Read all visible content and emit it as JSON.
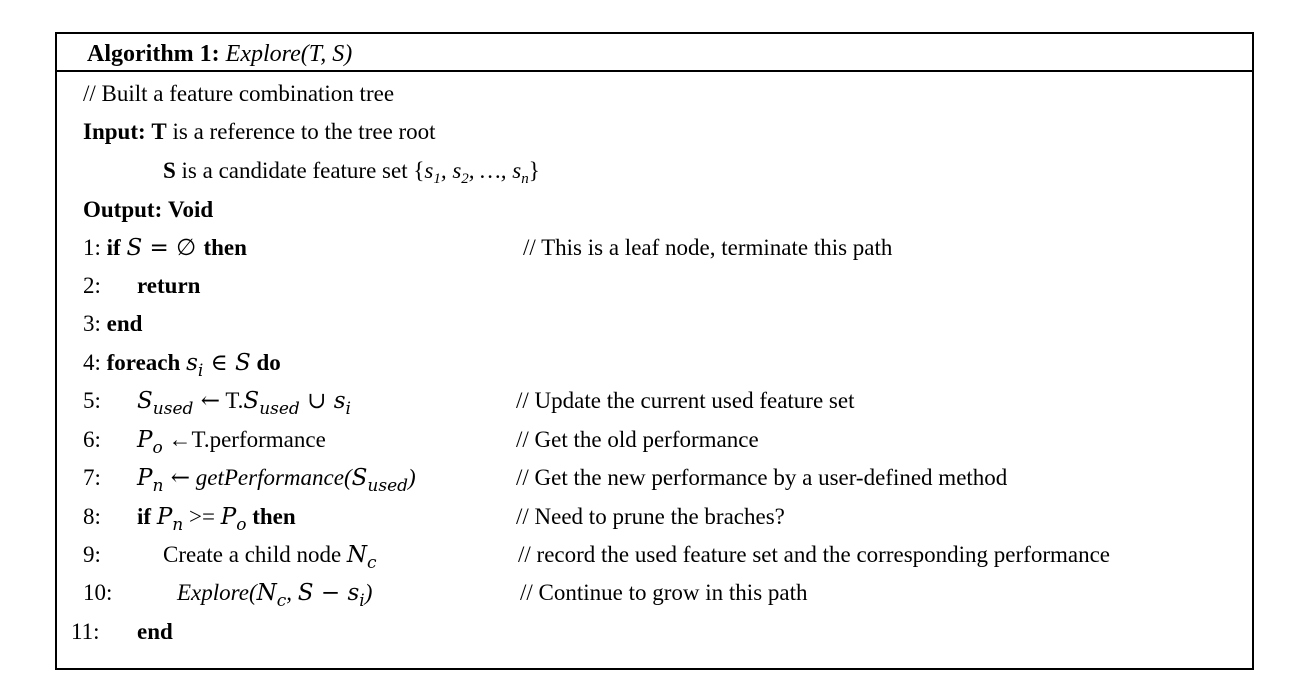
{
  "algorithm": {
    "label": "Algorithm 1:",
    "name": "Explore(T, S)"
  },
  "header_comment": "// Built a feature combination tree",
  "input": {
    "label": "Input:",
    "t_var": "T",
    "t_desc": "is a reference to the tree root",
    "s_var": "S",
    "s_desc": "is a candidate feature set {",
    "s_elems": [
      "s",
      "1",
      ", s",
      "2",
      ", …, s",
      "n",
      "}"
    ]
  },
  "output": {
    "label": "Output:",
    "value": "Void"
  },
  "steps": [
    {
      "num": "1:",
      "comment": "// This is a leaf node, terminate this path"
    },
    {
      "num": "2:",
      "comment": ""
    },
    {
      "num": "3:",
      "comment": ""
    },
    {
      "num": "4:",
      "comment": ""
    },
    {
      "num": "5:",
      "comment": "// Update the current used feature set"
    },
    {
      "num": "6:",
      "comment": "// Get the old performance"
    },
    {
      "num": "7:",
      "comment": "// Get the new performance by a user-defined method"
    },
    {
      "num": "8:",
      "comment": "// Need to prune the braches?"
    },
    {
      "num": "9:",
      "comment": "// record the used feature set and the corresponding performance"
    },
    {
      "num": "10:",
      "comment": "// Continue to grow in this path"
    },
    {
      "num": "11:",
      "comment": ""
    }
  ],
  "keywords": {
    "if": "if",
    "then": "then",
    "return": "return",
    "end": "end",
    "foreach": "foreach",
    "do": "do"
  },
  "math": {
    "S": "S",
    "eq_empty": " = ∅ ",
    "s": "s",
    "i": "i",
    "in": " ∈ ",
    "used": "used",
    "assign": " ←",
    "T_dot": "T.",
    "union": " ∪ ",
    "P": "P",
    "o": "o",
    "n": "n",
    "t_perf": "←T.performance",
    "get_perf_open": "getPerformance(",
    "close_paren": ")",
    "ge": " >= ",
    "create_child": "Create a child node ",
    "N": "N",
    "c": "c",
    "explore_open": "Explore(",
    "comma_sp": ", ",
    "minus": " − "
  }
}
